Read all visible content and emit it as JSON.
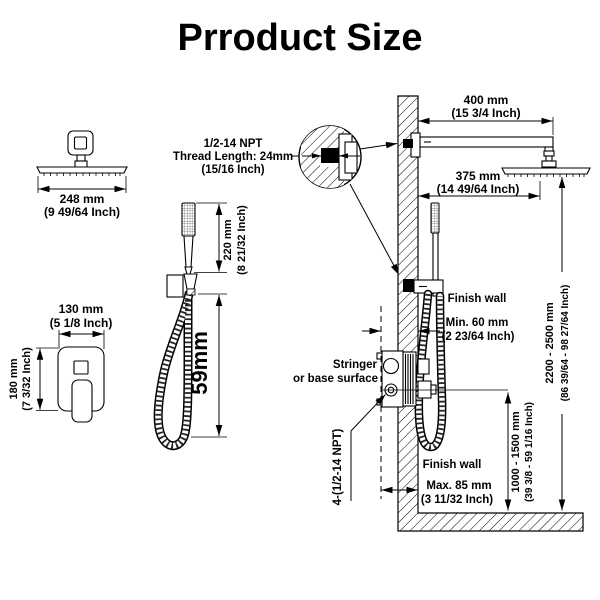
{
  "title": "Prroduct Size",
  "colors": {
    "title_text": "#1e2b52",
    "line": "#000000",
    "background": "#ffffff"
  },
  "overhead_shower": {
    "width_mm": "248 mm",
    "width_inch": "(9 49/64 Inch)"
  },
  "handheld_shower": {
    "wand_mm": "220 mm",
    "wand_inch": "(8 21/32 Inch)",
    "hose_label": "59mm"
  },
  "valve_trim": {
    "width_mm": "130 mm",
    "width_inch": "(5 1/8 Inch)",
    "height_mm": "180 mm",
    "height_inch": "(7 3/32 Inch)"
  },
  "thread_note": {
    "line1": "1/2-14 NPT",
    "line2": "Thread Length: 24mm",
    "line3": "(15/16 Inch)"
  },
  "installation": {
    "arm_length_mm": "400 mm",
    "arm_length_inch": "(15 3/4 Inch)",
    "head_offset_mm": "375 mm",
    "head_offset_inch": "(14 49/64 Inch)",
    "finish_wall_min_label": "Finish wall",
    "finish_wall_min_mm": "Min. 60 mm",
    "finish_wall_min_inch": "(2 23/64 Inch)",
    "stringer_line1": "Stringer",
    "stringer_line2": "or base surface",
    "npt_ports_label": "4-(1/2-14 NPT)",
    "finish_wall_max_label": "Finish wall",
    "finish_wall_max_mm": "Max. 85 mm",
    "finish_wall_max_inch": "(3 11/32 Inch)",
    "valve_height_mm": "1000 - 1500 mm",
    "valve_height_inch": "(39 3/8 - 59 1/16 Inch)",
    "head_height_mm": "2200 - 2500 mm",
    "head_height_inch": "(86 39/64 - 98 27/64 Inch)"
  }
}
